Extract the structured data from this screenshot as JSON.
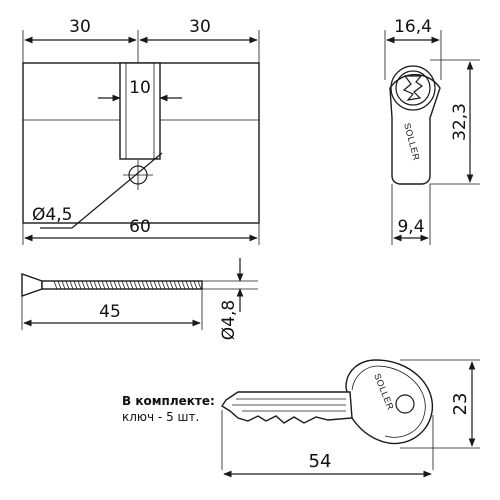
{
  "cylinder_front": {
    "dim_left": "30",
    "dim_right": "30",
    "dim_cam": "10",
    "dim_hole": "Ø4,5",
    "dim_total": "60"
  },
  "cylinder_side": {
    "brand": "SOLLER",
    "dim_width": "16,4",
    "dim_height": "32,3",
    "dim_bottom": "9,4"
  },
  "screw": {
    "dim_length": "45",
    "dim_diameter": "Ø4,8"
  },
  "key": {
    "brand": "SOLLER",
    "dim_length": "54",
    "dim_height": "23"
  },
  "note": {
    "title": "В комплекте:",
    "text": "ключ - 5 шт."
  }
}
